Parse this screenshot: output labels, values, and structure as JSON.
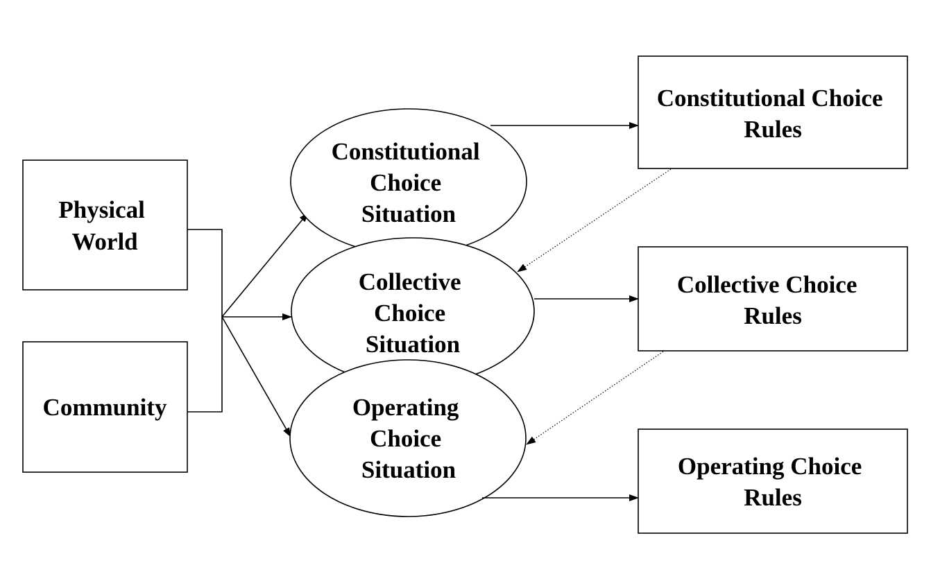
{
  "diagram": {
    "inputs": {
      "physical_world": [
        "Physical",
        "World"
      ],
      "community": [
        "Community"
      ]
    },
    "situations": {
      "constitutional": [
        "Constitutional",
        "Choice",
        "Situation"
      ],
      "collective": [
        "Collective",
        "Choice",
        "Situation"
      ],
      "operating": [
        "Operating",
        "Choice",
        "Situation"
      ]
    },
    "rules": {
      "constitutional": [
        "Constitutional Choice",
        "Rules"
      ],
      "collective": [
        "Collective Choice",
        "Rules"
      ],
      "operating": [
        "Operating Choice",
        "Rules"
      ]
    },
    "colors": {
      "stroke": "#000000",
      "background": "#ffffff"
    }
  }
}
